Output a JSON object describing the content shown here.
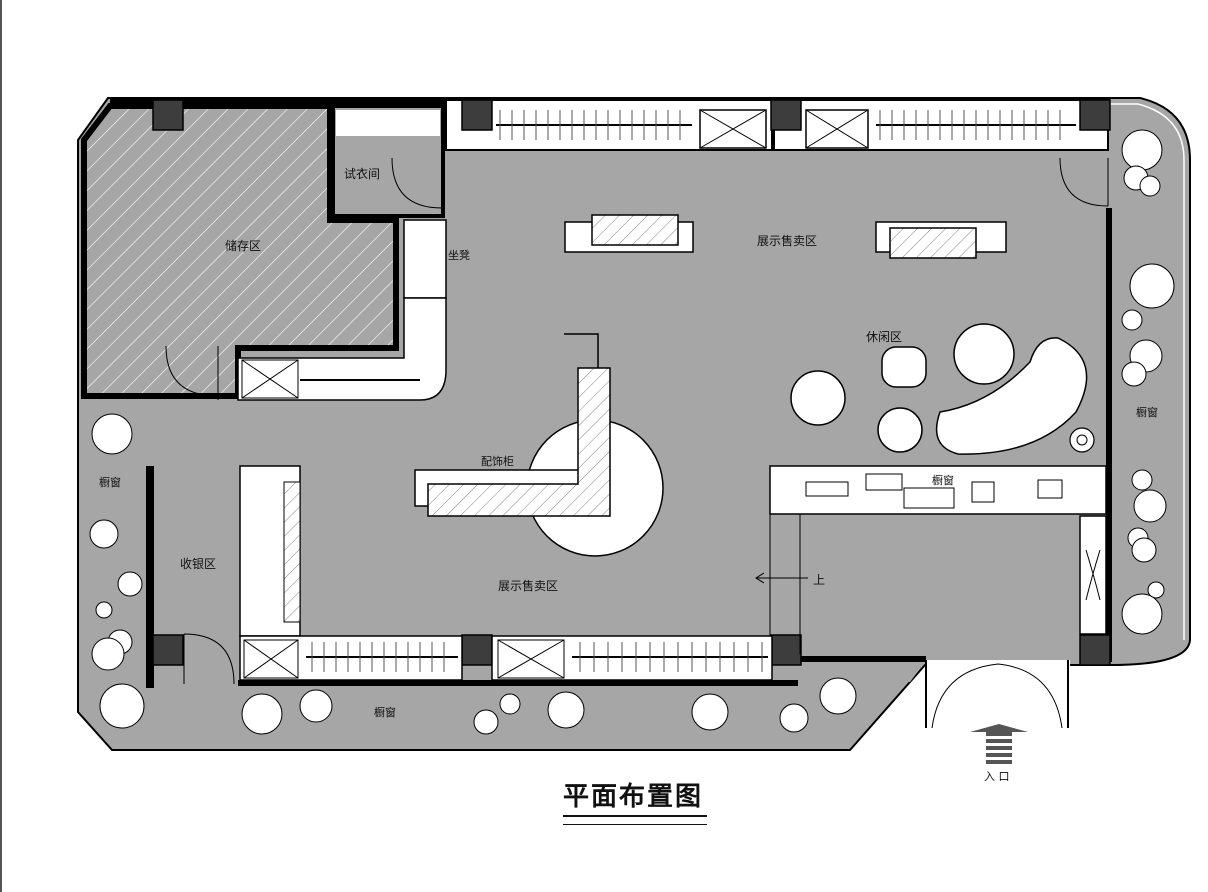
{
  "drawing": {
    "title": "平面布置图",
    "labels": {
      "storage": "储存区",
      "fitting_room": "试衣间",
      "stool": "坐凳",
      "display_upper": "展示售卖区",
      "lounge": "休闲区",
      "accessory_cabinet": "配饰柜",
      "display_lower": "展示售卖区",
      "cashier": "收银区",
      "window_left": "橱窗",
      "window_right": "橱窗",
      "window_middle": "橱窗",
      "window_bottom": "橱窗",
      "up": "上",
      "entrance": "入 口"
    }
  },
  "colors": {
    "floor": "#a6a6a6",
    "walls": "#000000",
    "columns": "#3d3d3d",
    "furniture": "#ffffff",
    "planter": "#aaaaaa"
  }
}
